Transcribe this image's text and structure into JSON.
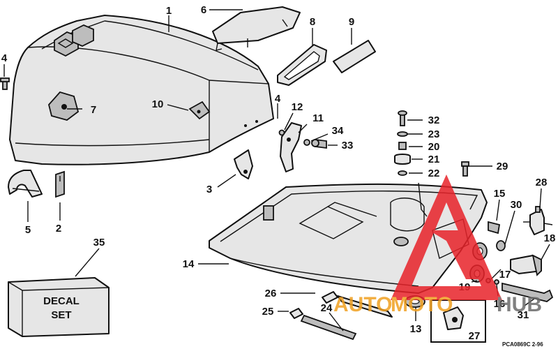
{
  "callouts": [
    {
      "id": "c1",
      "label": "1"
    },
    {
      "id": "c2",
      "label": "2"
    },
    {
      "id": "c3",
      "label": "3"
    },
    {
      "id": "c4a",
      "label": "4"
    },
    {
      "id": "c4b",
      "label": "4"
    },
    {
      "id": "c5",
      "label": "5"
    },
    {
      "id": "c6",
      "label": "6"
    },
    {
      "id": "c7",
      "label": "7"
    },
    {
      "id": "c8",
      "label": "8"
    },
    {
      "id": "c9",
      "label": "9"
    },
    {
      "id": "c10",
      "label": "10"
    },
    {
      "id": "c11",
      "label": "11"
    },
    {
      "id": "c12",
      "label": "12"
    },
    {
      "id": "c13",
      "label": "13"
    },
    {
      "id": "c14",
      "label": "14"
    },
    {
      "id": "c15",
      "label": "15"
    },
    {
      "id": "c16",
      "label": "16"
    },
    {
      "id": "c17",
      "label": "17"
    },
    {
      "id": "c18",
      "label": "18"
    },
    {
      "id": "c19",
      "label": "19"
    },
    {
      "id": "c20",
      "label": "20"
    },
    {
      "id": "c21",
      "label": "21"
    },
    {
      "id": "c22",
      "label": "22"
    },
    {
      "id": "c23",
      "label": "23"
    },
    {
      "id": "c24",
      "label": "24"
    },
    {
      "id": "c25",
      "label": "25"
    },
    {
      "id": "c26",
      "label": "26"
    },
    {
      "id": "c27",
      "label": "27"
    },
    {
      "id": "c28",
      "label": "28"
    },
    {
      "id": "c29",
      "label": "29"
    },
    {
      "id": "c30",
      "label": "30"
    },
    {
      "id": "c31",
      "label": "31"
    },
    {
      "id": "c32",
      "label": "32"
    },
    {
      "id": "c33",
      "label": "33"
    },
    {
      "id": "c34",
      "label": "34"
    },
    {
      "id": "c35",
      "label": "35"
    }
  ],
  "decal": {
    "line1": "DECAL",
    "line2": "SET"
  },
  "ref_code": "PCA0869C   2-96",
  "watermark": {
    "text_part1": "AUTO",
    "text_part2": "MOTO",
    "text_part3": "HUB"
  },
  "colors": {
    "watermark_red": "#e8232a",
    "watermark_orange": "#f0a021",
    "watermark_gray": "#6b6b6b"
  }
}
